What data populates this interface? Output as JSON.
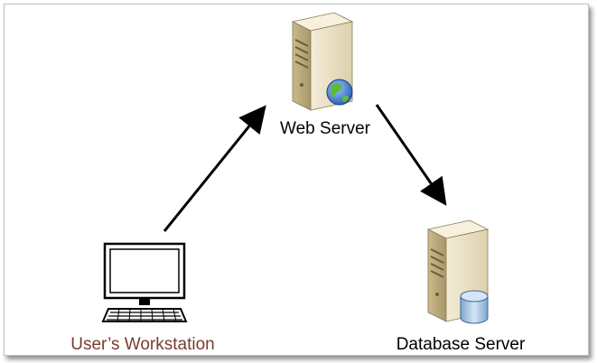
{
  "nodes": {
    "web_server": {
      "label": "Web Server",
      "icon": "web-server-icon"
    },
    "workstation": {
      "label": "User’s Workstation",
      "icon": "workstation-icon"
    },
    "database_server": {
      "label": "Database Server",
      "icon": "database-server-icon"
    }
  },
  "edges": [
    {
      "from": "workstation",
      "to": "web_server"
    },
    {
      "from": "web_server",
      "to": "database_server"
    }
  ],
  "colors": {
    "default_label": "#000000",
    "workstation_label": "#7a3b2e",
    "arrow": "#000000",
    "server_beige": "#e8dcc0",
    "server_dark": "#a89868",
    "globe_blue": "#3a7bd5",
    "globe_green": "#5dbb3a",
    "db_blue": "#9fc0de"
  }
}
